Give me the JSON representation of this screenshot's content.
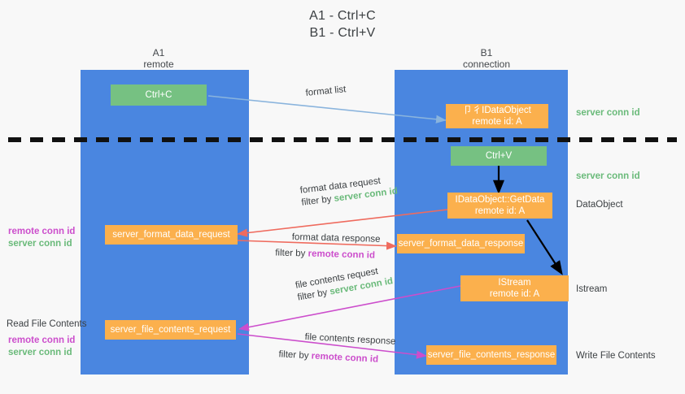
{
  "title": {
    "line1": "A1 - Ctrl+C",
    "line2": "B1 - Ctrl+V"
  },
  "lanes": [
    {
      "name": "A1",
      "sub": "remote"
    },
    {
      "name": "B1",
      "sub": "connection"
    }
  ],
  "boxes": {
    "ctrl_c": "Ctrl+C",
    "ctrl_v": "Ctrl+V",
    "idataobject_title": "卩彳IDataObject",
    "idataobject_sub": "remote id: A",
    "getdata_title": "IDataObject::GetData",
    "getdata_sub": "remote id: A",
    "istream_title": "IStream",
    "istream_sub": "remote id: A",
    "server_format_data_request": "server_format_data_request",
    "server_format_data_response": "server_format_data_response",
    "server_file_contents_request": "server_file_contents_request",
    "server_file_contents_response": "server_file_contents_response"
  },
  "arrow_labels": {
    "format_list": "format list",
    "format_data_request": "format data request",
    "format_data_request_filter_prefix": "filter by ",
    "format_data_request_filter_value": "server conn id",
    "format_data_response": "format data response",
    "format_data_response_filter_prefix": "filter by ",
    "format_data_response_filter_value": "remote conn id",
    "file_contents_request": "file contents request",
    "file_contents_request_filter_prefix": "filter by ",
    "file_contents_request_filter_value": "server conn id",
    "file_contents_response": "file contents response",
    "file_contents_response_filter_prefix": "filter by ",
    "file_contents_response_filter_value": "remote conn id"
  },
  "right_labels": {
    "server_conn_id_top": "server conn id",
    "server_conn_id_mid": "server conn id",
    "dataobject": "DataObject",
    "istream": "Istream",
    "write_file_contents": "Write File Contents"
  },
  "left_labels": {
    "remote_conn_id_upper": "remote conn id",
    "server_conn_id_upper": "server conn id",
    "read_file_contents": "Read File Contents",
    "remote_conn_id_lower": "remote conn id",
    "server_conn_id_lower": "server conn id"
  },
  "colors": {
    "lane": "#4a86e0",
    "green_box": "#76c182",
    "orange_box": "#fbb04d",
    "server_conn_id": "#6aba7a",
    "remote_conn_id": "#cc4ecc",
    "format_list_arrow": "#8ab4dd",
    "format_data_arrow": "#ef6b5e",
    "file_contents_arrow": "#cc4ecc",
    "black_arrow": "#000000",
    "background": "#f8f8f8"
  }
}
